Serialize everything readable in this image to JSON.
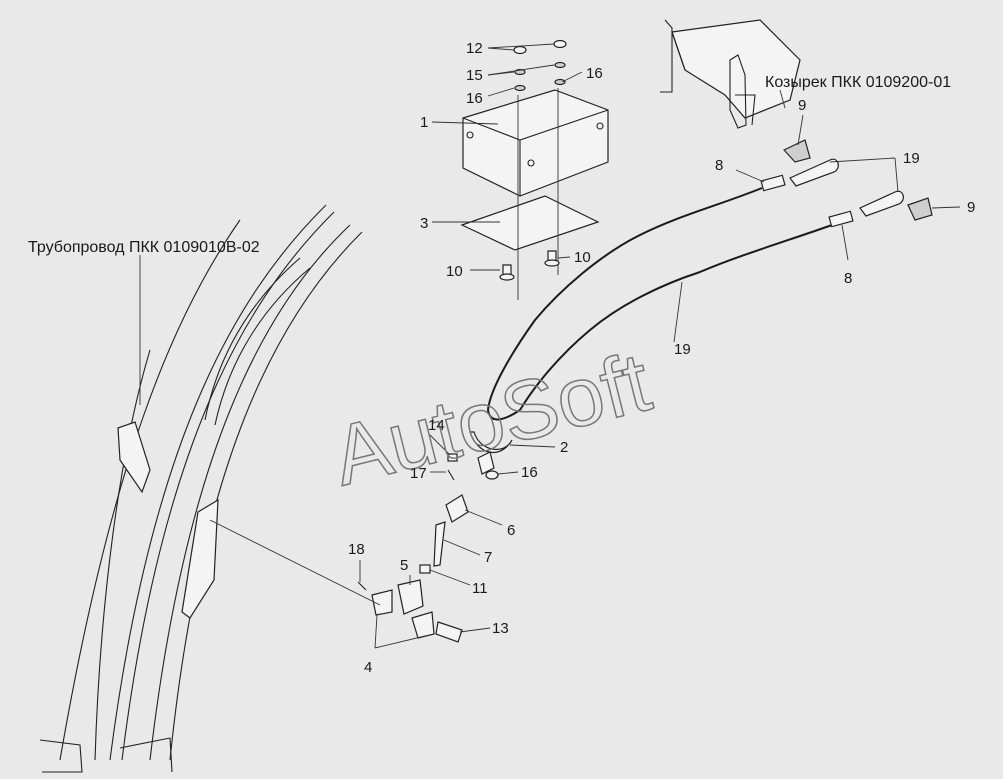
{
  "labels": {
    "pipe": "Трубопровод ПКК 0109010В-02",
    "visor": "Козырек ПКК 0109200-01",
    "watermark": "AutoSoft",
    "p1": "1",
    "p2": "2",
    "p3": "3",
    "p4": "4",
    "p5": "5",
    "p6": "6",
    "p7": "7",
    "p8a": "8",
    "p8b": "8",
    "p9a": "9",
    "p9b": "9",
    "p10a": "10",
    "p10b": "10",
    "p11": "11",
    "p12": "12",
    "p13": "13",
    "p14": "14",
    "p15": "15",
    "p16a": "16",
    "p16b": "16",
    "p16c": "16",
    "p17": "17",
    "p18": "18",
    "p19a": "19",
    "p19b": "19"
  }
}
